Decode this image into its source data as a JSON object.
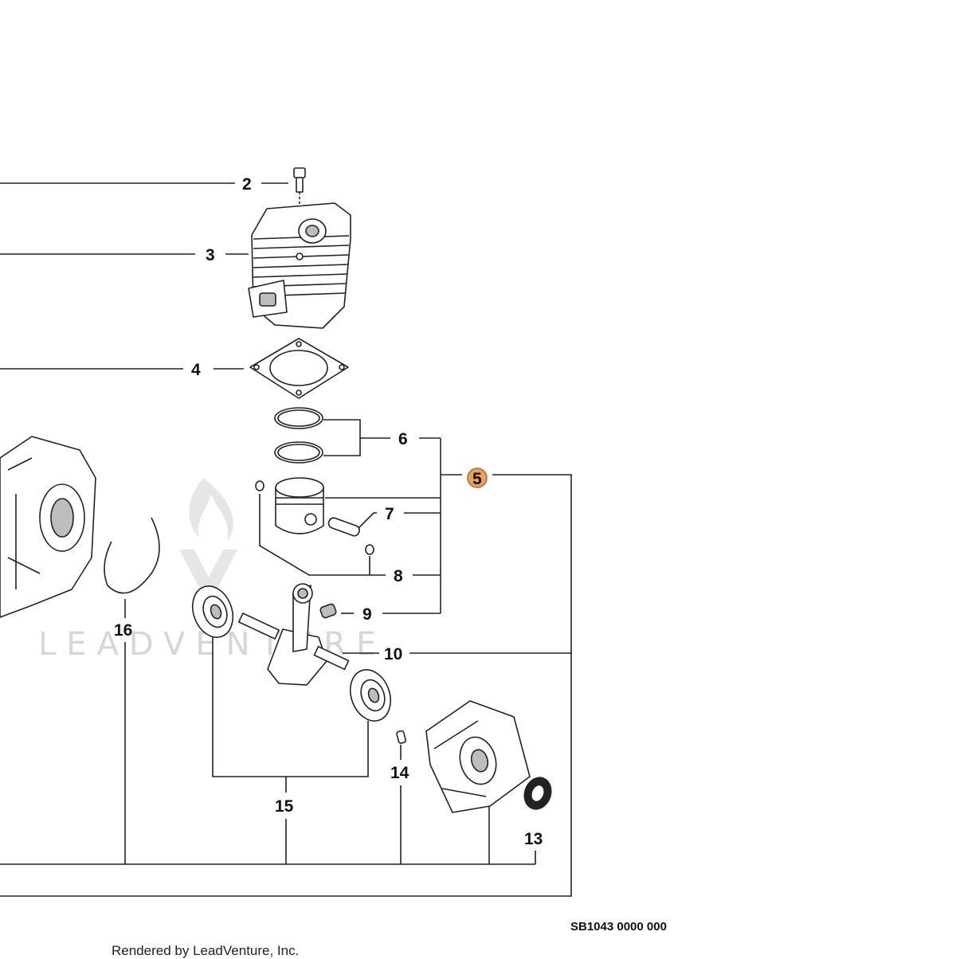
{
  "diagram": {
    "callouts": {
      "c2": "2",
      "c3": "3",
      "c4": "4",
      "c5": "5",
      "c6": "6",
      "c7": "7",
      "c8": "8",
      "c9": "9",
      "c10": "10",
      "c13": "13",
      "c14": "14",
      "c15": "15",
      "c16": "16"
    },
    "highlight_color": "#e8a060",
    "drawing_code": "SB1043 0000 000",
    "credit": "Rendered by LeadVenture, Inc.",
    "watermark": "LEADVENTURE"
  }
}
